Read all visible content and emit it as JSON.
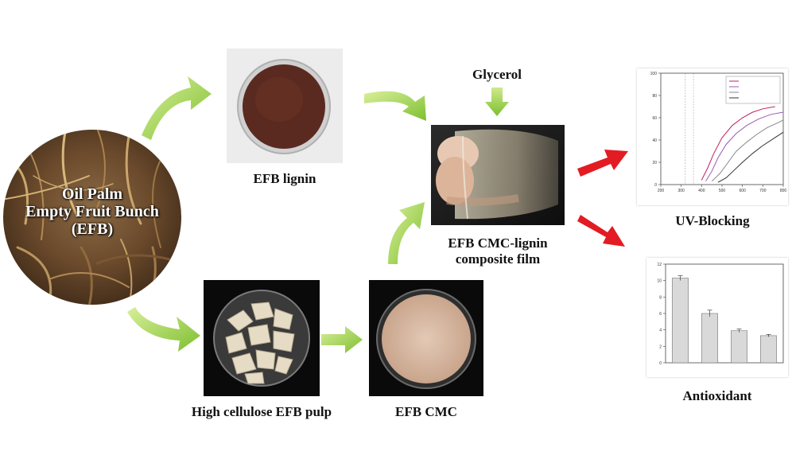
{
  "source": {
    "lines": [
      "Oil Palm",
      "Empty Fruit Bunch",
      "(EFB)"
    ]
  },
  "labels": {
    "lignin": "EFB lignin",
    "pulp": "High cellulose EFB pulp",
    "cmc": "EFB CMC",
    "glycerol": "Glycerol",
    "film_line1": "EFB CMC-lignin",
    "film_line2": "composite film",
    "uv": "UV-Blocking",
    "antioxidant": "Antioxidant"
  },
  "colors": {
    "green_arrow": "#8cc63f",
    "red_arrow": "#e31b23",
    "lignin_powder": "#5a2a20",
    "cmc_powder": "#d8b9a4"
  },
  "chart_data": [
    {
      "type": "line",
      "title": "",
      "xlim": [
        200,
        800
      ],
      "ylim": [
        0,
        100
      ],
      "x_ticks": [
        200,
        300,
        400,
        500,
        600,
        700,
        800
      ],
      "y_ticks": [
        0,
        20,
        40,
        60,
        80,
        100
      ],
      "legend_position": "top-right",
      "series": [
        {
          "color": "#c02060",
          "points": [
            [
              400,
              4
            ],
            [
              430,
              15
            ],
            [
              460,
              28
            ],
            [
              500,
              42
            ],
            [
              550,
              53
            ],
            [
              600,
              60
            ],
            [
              650,
              65
            ],
            [
              700,
              68
            ],
            [
              760,
              70
            ]
          ]
        },
        {
          "color": "#9b59b6",
          "points": [
            [
              420,
              3
            ],
            [
              450,
              12
            ],
            [
              480,
              24
            ],
            [
              520,
              36
            ],
            [
              570,
              46
            ],
            [
              620,
              53
            ],
            [
              680,
              59
            ],
            [
              740,
              63
            ],
            [
              800,
              65
            ]
          ]
        },
        {
          "color": "#888888",
          "points": [
            [
              450,
              3
            ],
            [
              490,
              10
            ],
            [
              530,
              20
            ],
            [
              570,
              30
            ],
            [
              620,
              38
            ],
            [
              670,
              45
            ],
            [
              720,
              51
            ],
            [
              780,
              56
            ],
            [
              800,
              58
            ]
          ]
        },
        {
          "color": "#333333",
          "points": [
            [
              480,
              2
            ],
            [
              520,
              6
            ],
            [
              560,
              13
            ],
            [
              600,
              20
            ],
            [
              650,
              28
            ],
            [
              700,
              35
            ],
            [
              750,
              41
            ],
            [
              800,
              47
            ]
          ]
        }
      ]
    },
    {
      "type": "bar",
      "title": "",
      "ylim": [
        0,
        12
      ],
      "y_ticks": [
        0,
        2,
        4,
        6,
        8,
        10,
        12
      ],
      "values": [
        10.3,
        6.0,
        3.9,
        3.3
      ],
      "error": [
        0.3,
        0.4,
        0.2,
        0.15
      ]
    }
  ]
}
